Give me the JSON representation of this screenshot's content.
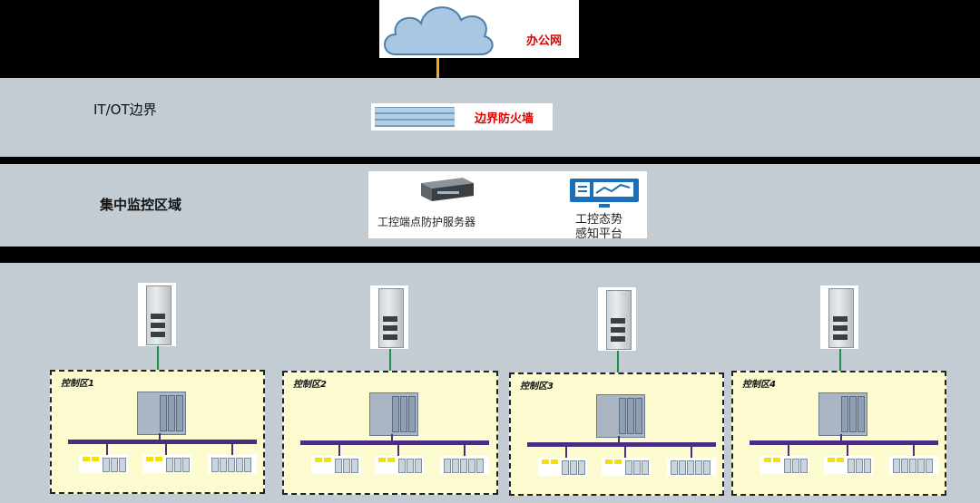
{
  "office_network": {
    "label": "办公网"
  },
  "bands": {
    "it_ot": {
      "label": "IT/OT边界",
      "firewall_label": "边界防火墙"
    },
    "central": {
      "label": "集中监控区域",
      "server_label": "工控端点防护服务器",
      "platform_label_line1": "工控态势",
      "platform_label_line2": "感知平台"
    }
  },
  "zones": [
    {
      "title": "控制区1"
    },
    {
      "title": "控制区2"
    },
    {
      "title": "控制区3"
    },
    {
      "title": "控制区4"
    }
  ],
  "colors": {
    "band": "#c2ccd2",
    "zone_fill": "#fdfbd0",
    "bus": "#4b2d7f",
    "uplink": "#1e8f4a",
    "orange_link": "#f5a623",
    "accent_red": "#e00000"
  }
}
